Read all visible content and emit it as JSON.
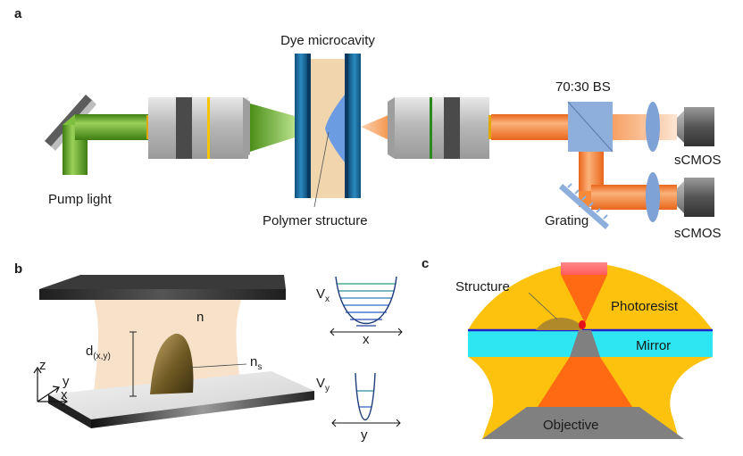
{
  "panels": {
    "a": {
      "letter": "a",
      "labels": {
        "dye_microcavity": "Dye microcavity",
        "pump_light": "Pump light",
        "polymer_structure": "Polymer structure",
        "beam_splitter": "70:30 BS",
        "camera_top": "sCMOS",
        "camera_bottom": "sCMOS",
        "grating": "Grating"
      }
    },
    "b": {
      "letter": "b",
      "labels": {
        "n": "n",
        "n_s_base": "n",
        "n_s_sub": "s",
        "d_base": "d",
        "d_sub": "(x,y)",
        "axis_z": "z",
        "axis_y": "y",
        "axis_x": "x",
        "vx_base": "V",
        "vx_sub": "x",
        "vx_axis": "x",
        "vy_base": "V",
        "vy_sub": "y",
        "vy_axis": "y"
      }
    },
    "c": {
      "letter": "c",
      "labels": {
        "structure": "Structure",
        "photoresist": "Photoresist",
        "mirror": "Mirror",
        "objective": "Objective"
      }
    }
  },
  "colors": {
    "pump_green": "#5aa61e",
    "emission_orange": "#f58a33",
    "lens_gray": "#b9b9b9",
    "mirror_blue": "#1d6fa0",
    "cavity_fill": "#f1d5ad",
    "bs_blue": "#8eaedb",
    "lens_blue": "#7ea1d6",
    "photoresist": "#fcc20e",
    "mirror_cyan": "#2ee6f2",
    "mirror_line": "#2222cc",
    "laser": "#ff6a12",
    "objective": "#808080"
  }
}
